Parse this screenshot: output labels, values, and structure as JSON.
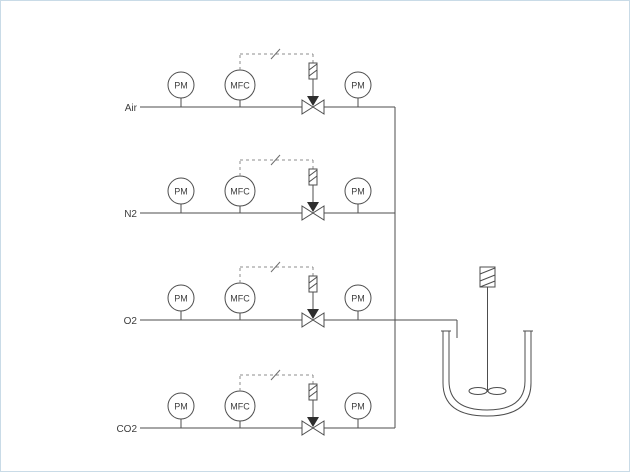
{
  "diagram": {
    "type": "piping-and-instrumentation",
    "rows": [
      {
        "gas": "Air",
        "pm_in": "PM",
        "mfc": "MFC",
        "pm_out": "PM"
      },
      {
        "gas": "N2",
        "pm_in": "PM",
        "mfc": "MFC",
        "pm_out": "PM"
      },
      {
        "gas": "O2",
        "pm_in": "PM",
        "mfc": "MFC",
        "pm_out": "PM"
      },
      {
        "gas": "CO2",
        "pm_in": "PM",
        "mfc": "MFC",
        "pm_out": "PM"
      }
    ],
    "colors": {
      "background": "#ffffff",
      "frame_border": "#c9dbe7",
      "line": "#4d4d4d",
      "signal_dashed": "#8c8c8c",
      "valve_actuator_fill": "#2e2e2e",
      "text": "#3d3d3d"
    }
  }
}
